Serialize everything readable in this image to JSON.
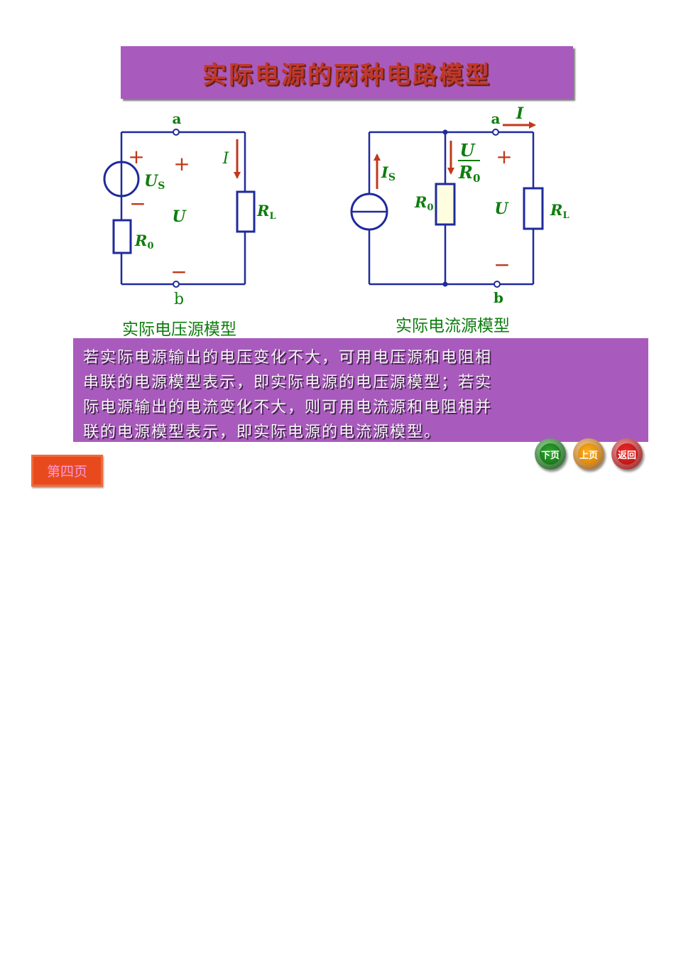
{
  "title": "实际电源的两种电路模型",
  "voltage_model": {
    "caption": "实际电压源模型",
    "node_a": "a",
    "node_b": "b",
    "source_label": "U",
    "source_sub": "S",
    "r0_label": "R",
    "r0_sub": "0",
    "rl_label": "R",
    "rl_sub": "L",
    "current": "I",
    "voltage": "U",
    "plus": "+",
    "minus": "−"
  },
  "current_model": {
    "caption": "实际电流源模型",
    "node_a": "a",
    "node_b": "b",
    "source_label": "I",
    "source_sub": "S",
    "r0_label": "R",
    "r0_sub": "0",
    "rl_label": "R",
    "rl_sub": "L",
    "current": "I",
    "voltage": "U",
    "branch_num": "U",
    "branch_den": "R",
    "branch_den_sub": "0",
    "plus": "+",
    "minus": "−"
  },
  "description": [
    "若实际电源输出的电压变化不大，可用电压源和电阻相",
    "串联的电源模型表示，即实际电源的电压源模型；若实",
    "际电源输出的电流变化不大，则可用电流源和电阻相并",
    "联的电源模型表示，即实际电源的电流源模型。"
  ],
  "nav": {
    "next": "下页",
    "prev": "上页",
    "back": "返回"
  },
  "page_label": "第四页",
  "colors": {
    "wire": "#1f2a9c",
    "label_green": "#0e7d0e",
    "arrow_red": "#c0391b",
    "box_purple": "#a95bbd",
    "resistor_fill": "#fffde0"
  }
}
